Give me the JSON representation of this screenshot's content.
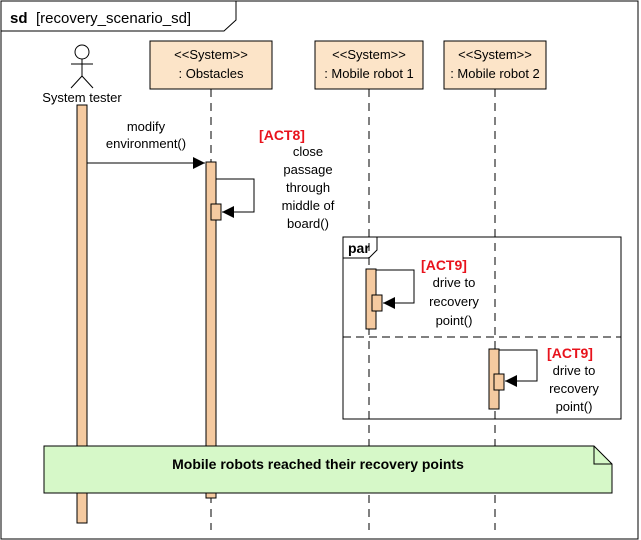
{
  "frame": {
    "keyword": "sd",
    "name": "[recovery_scenario_sd]"
  },
  "actors": [
    {
      "name": "System tester"
    }
  ],
  "lifelines": [
    {
      "stereotype": "<<System>>",
      "name": ": Obstacles"
    },
    {
      "stereotype": "<<System>>",
      "name": ": Mobile robot 1"
    },
    {
      "stereotype": "<<System>>",
      "name": ": Mobile robot 2"
    }
  ],
  "messages": {
    "modify": {
      "lines": [
        "modify",
        "environment()"
      ]
    },
    "act8": {
      "tag": "[ACT8]",
      "lines": [
        "close",
        "passage",
        "through",
        "middle of",
        "board()"
      ]
    },
    "act9_robot1": {
      "tag": "[ACT9]",
      "lines": [
        "drive to",
        "recovery",
        "point()"
      ]
    },
    "act9_robot2": {
      "tag": "[ACT9]",
      "lines": [
        "drive to",
        "recovery",
        "point()"
      ]
    }
  },
  "fragment": {
    "operator": "par"
  },
  "note": {
    "text": "Mobile robots reached their recovery points"
  },
  "colors": {
    "lifeline_head": "#fce4c8",
    "activation": "#f5caa0",
    "note_fill": "#d6f8c8",
    "act_tag": "#e8131c"
  }
}
